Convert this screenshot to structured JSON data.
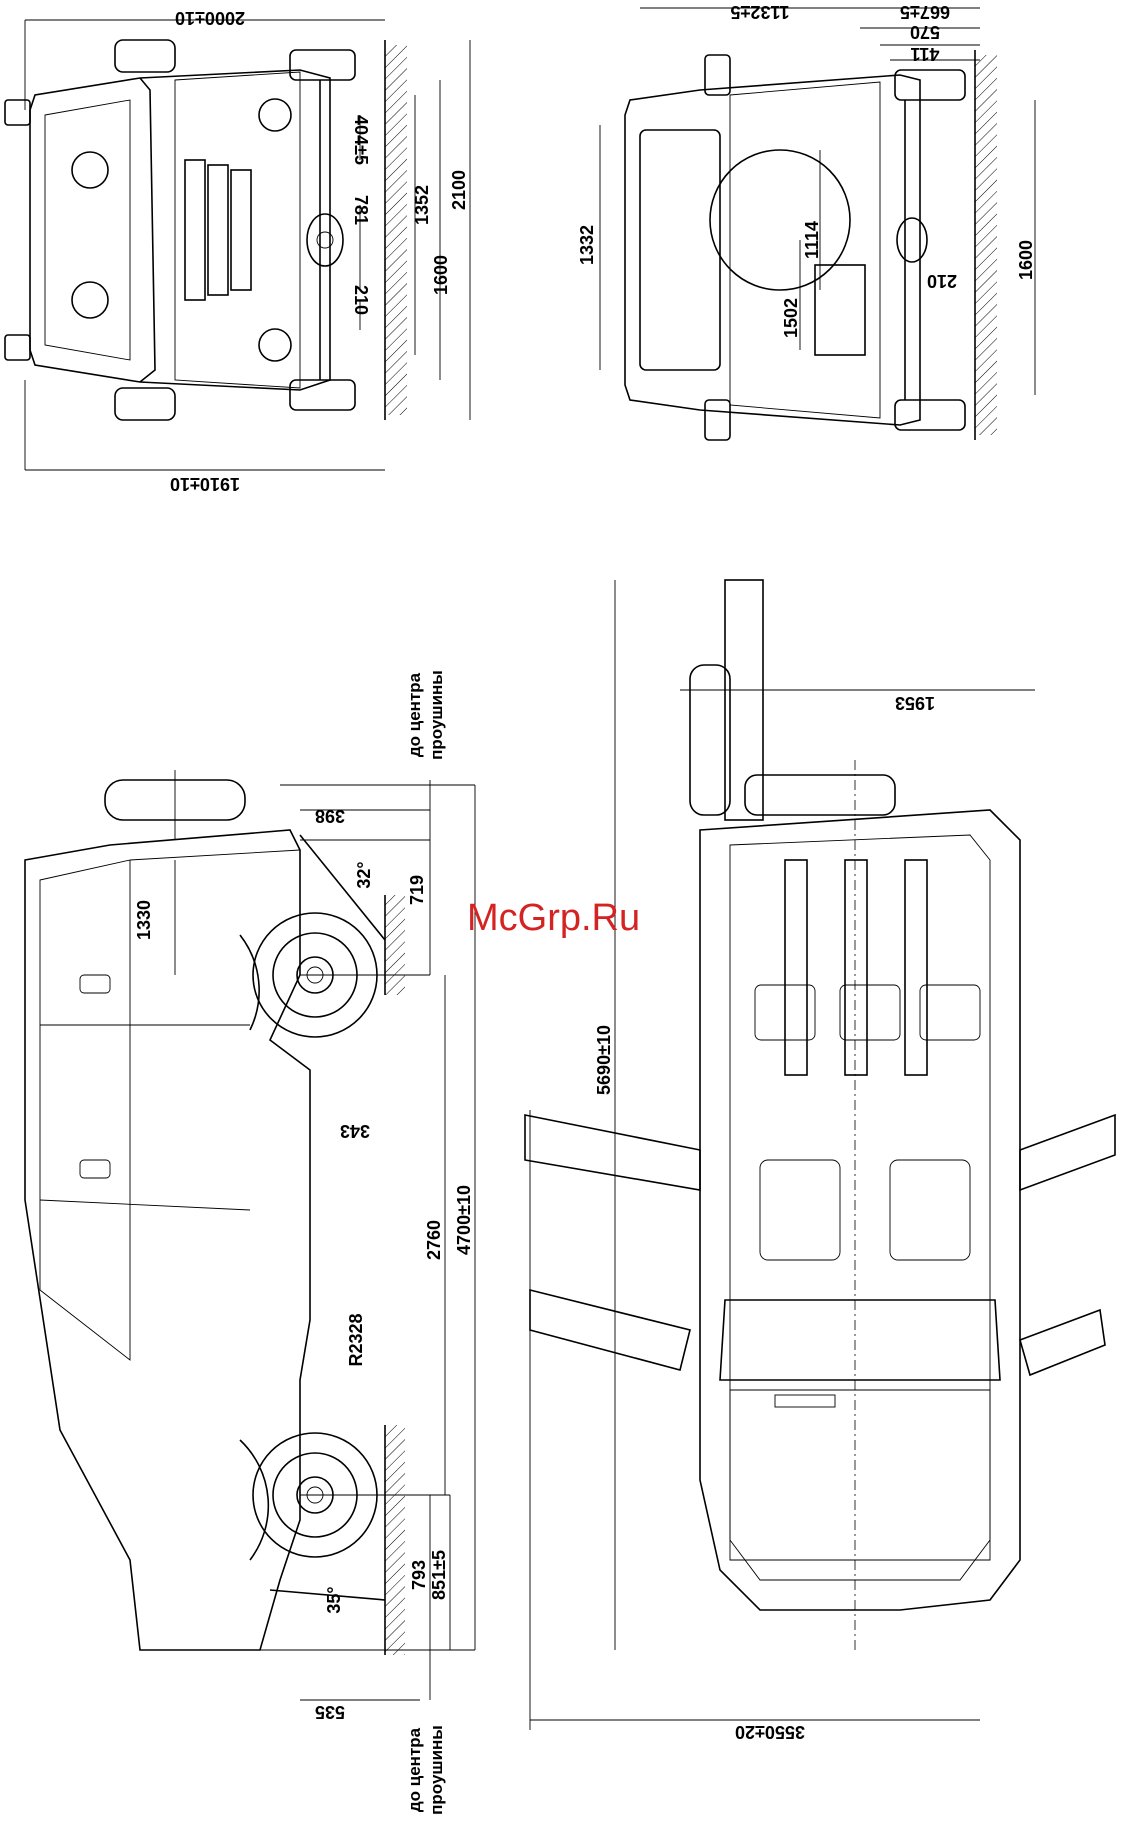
{
  "watermark": "McGrp.Ru",
  "front_view": {
    "overall_width": "2000±10",
    "track_width": "1910±10",
    "height": "2100",
    "wheel_track": "1600",
    "body_height": "1352",
    "dim_404": "404±5",
    "dim_781": "781",
    "ground_clearance": "210"
  },
  "rear_view": {
    "dim_1132": "1132±5",
    "dim_667": "667±5",
    "dim_570": "570",
    "dim_411": "411",
    "body_height": "1332",
    "spare_wheel_height": "1114",
    "dim_1502": "1502",
    "ground_clearance": "210",
    "wheel_track": "1600"
  },
  "side_view": {
    "tow_eye_note_line1": "до центра",
    "tow_eye_note_line2": "проушины",
    "front_overhang_398": "398",
    "approach_angle": "32°",
    "front_overhang_719": "719",
    "height_1330": "1330",
    "dim_343": "343",
    "wheelbase": "2760",
    "overall_length": "4700±10",
    "turning_radius": "R2328",
    "dim_851": "851±5",
    "rear_overhang_793": "793",
    "departure_angle": "35°",
    "rear_dim_535": "535"
  },
  "top_view": {
    "length_with_doors": "5690±10",
    "width_with_door": "1953",
    "width_doors_open": "3550±20"
  }
}
